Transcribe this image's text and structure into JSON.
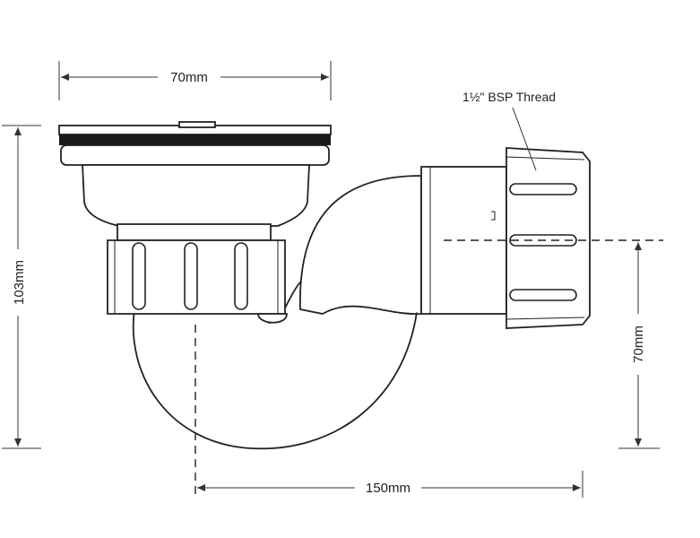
{
  "dimensions": {
    "top_width": "70mm",
    "overall_height": "103mm",
    "outlet_height": "70mm",
    "outlet_distance": "150mm"
  },
  "callouts": {
    "thread": "1½\" BSP Thread"
  }
}
